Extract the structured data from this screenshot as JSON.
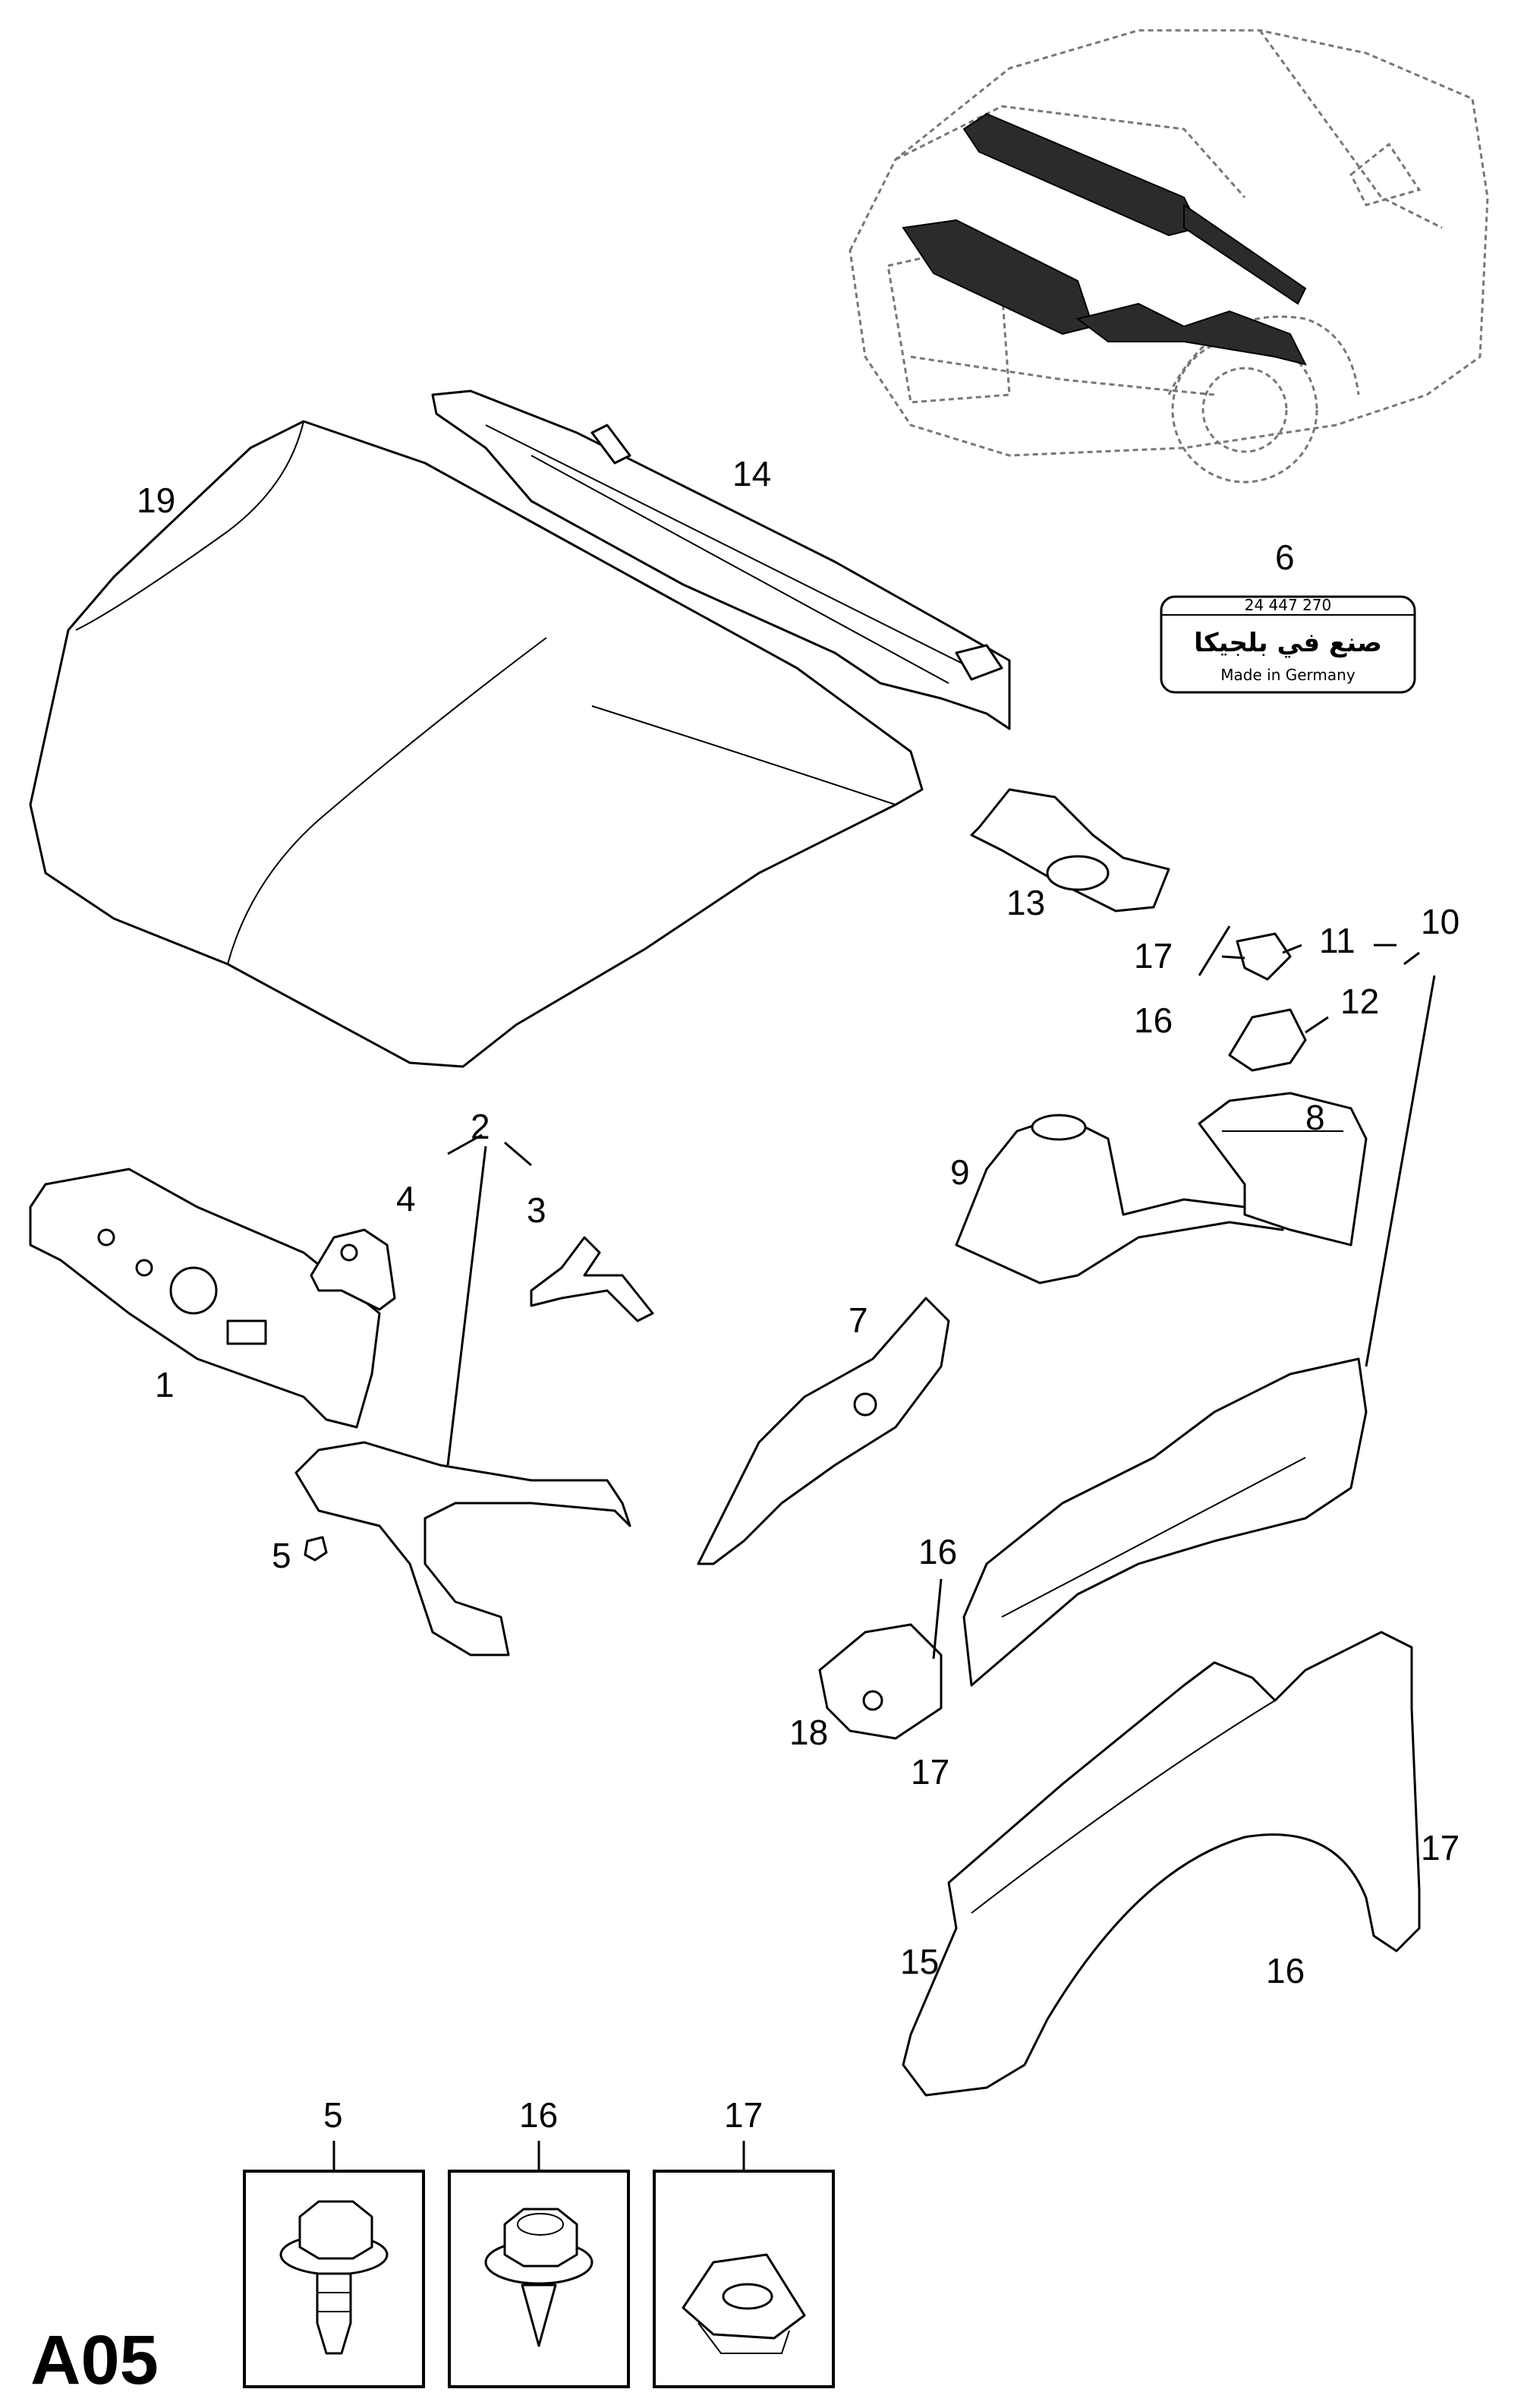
{
  "page": {
    "code": "A05"
  },
  "callouts": [
    {
      "id": "19",
      "label": "19"
    },
    {
      "id": "14",
      "label": "14"
    },
    {
      "id": "6",
      "label": "6"
    },
    {
      "id": "13",
      "label": "13"
    },
    {
      "id": "17a",
      "label": "17"
    },
    {
      "id": "11",
      "label": "11"
    },
    {
      "id": "10",
      "label": "10"
    },
    {
      "id": "16a",
      "label": "16"
    },
    {
      "id": "12",
      "label": "12"
    },
    {
      "id": "2",
      "label": "2"
    },
    {
      "id": "4",
      "label": "4"
    },
    {
      "id": "3",
      "label": "3"
    },
    {
      "id": "8",
      "label": "8"
    },
    {
      "id": "9",
      "label": "9"
    },
    {
      "id": "7",
      "label": "7"
    },
    {
      "id": "1",
      "label": "1"
    },
    {
      "id": "5a",
      "label": "5"
    },
    {
      "id": "16b",
      "label": "16"
    },
    {
      "id": "18",
      "label": "18"
    },
    {
      "id": "17b",
      "label": "17"
    },
    {
      "id": "17c",
      "label": "17"
    },
    {
      "id": "15",
      "label": "15"
    },
    {
      "id": "16c",
      "label": "16"
    }
  ],
  "label_plate": {
    "part_number": "24 447 270",
    "arabic_text": "صنع في بلجيكا",
    "origin_text": "Made in Germany"
  },
  "fasteners": [
    {
      "label": "5",
      "icon": "hex-bolt-icon"
    },
    {
      "label": "16",
      "icon": "hex-screw-icon"
    },
    {
      "label": "17",
      "icon": "clip-nut-icon"
    }
  ]
}
